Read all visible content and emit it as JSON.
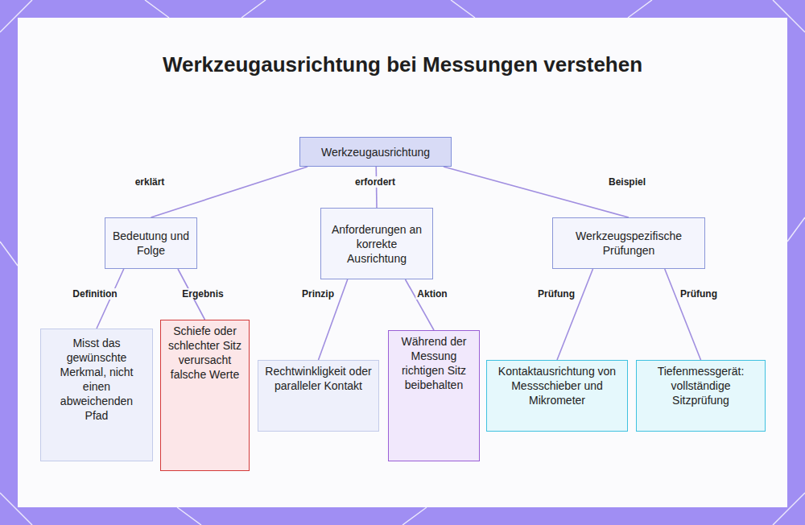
{
  "diagram": {
    "title": "Werkzeugausrichtung bei Messungen verstehen",
    "nodes": [
      {
        "text": [
          "Werkzeugausrichtung"
        ]
      },
      {
        "text": [
          "Bedeutung und Folge"
        ]
      },
      {
        "text": [
          "Anforderungen an korrekte Ausrichtung"
        ]
      },
      {
        "text": [
          "Werkzeugspezifische Prüfungen"
        ]
      },
      {
        "text": [
          "Misst das gewünschte Merkmal, nicht einen abweichenden Pfad"
        ]
      },
      {
        "text": [
          "Schiefe oder schlechter Sitz verursacht falsche Werte"
        ]
      },
      {
        "text": [
          "Rechtwinkligkeit oder paralleler Kontakt"
        ]
      },
      {
        "text": [
          "Während der Messung richtigen Sitz beibehalten"
        ]
      },
      {
        "text": [
          "Kontaktausrichtung von Messschieber und Mikrometer"
        ]
      },
      {
        "text": [
          "Tiefenmessgerät: vollständige Sitzprüfung"
        ]
      }
    ],
    "edges": [
      {
        "from": 0,
        "to": 1,
        "label": "erklärt",
        "arrow": "none"
      },
      {
        "from": 0,
        "to": 2,
        "label": "erfordert",
        "arrow": "none"
      },
      {
        "from": 0,
        "to": 3,
        "label": "Beispiel",
        "arrow": "none"
      },
      {
        "from": 1,
        "to": 4,
        "label": "Definition",
        "arrow": "none"
      },
      {
        "from": 1,
        "to": 5,
        "label": "Ergebnis",
        "arrow": "none"
      },
      {
        "from": 2,
        "to": 6,
        "label": "Prinzip",
        "arrow": "none"
      },
      {
        "from": 2,
        "to": 7,
        "label": "Aktion",
        "arrow": "none"
      },
      {
        "from": 3,
        "to": 8,
        "label": "Prüfung",
        "arrow": "none"
      },
      {
        "from": 3,
        "to": 9,
        "label": "Prüfung",
        "arrow": "none"
      }
    ]
  }
}
